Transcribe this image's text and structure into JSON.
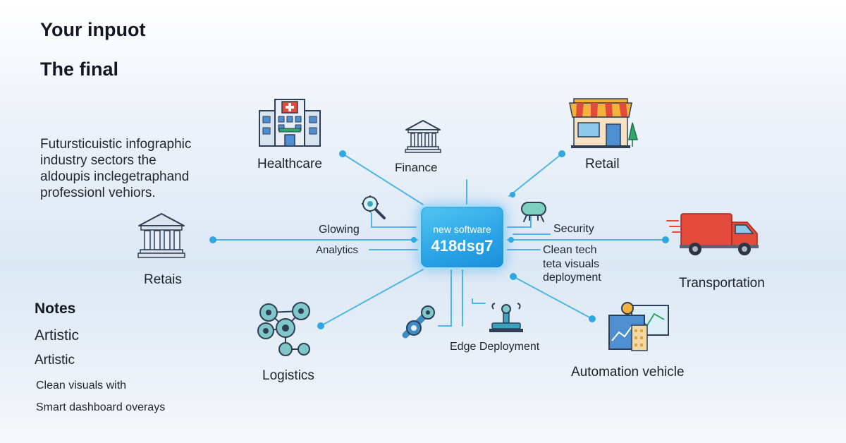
{
  "header": {
    "line1": "Your inpuot",
    "line2": "The final"
  },
  "description": {
    "lines": [
      "Futursticuistic infographic",
      "industry sectors the",
      "aldoupis inclegetraphand",
      "professionl vehiors."
    ]
  },
  "notes": {
    "title": "Notes",
    "items": [
      "Artistic",
      "Artistic",
      "Clean visuals with",
      "Smart dashboard overays"
    ]
  },
  "hub": {
    "line1": "new software",
    "line2": "418dsg7"
  },
  "sectors": {
    "healthcare": "Healthcare",
    "finance": "Finance",
    "retail": "Retail",
    "retais": "Retais",
    "transportation": "Transportation",
    "logistics": "Logistics",
    "edge": "Edge Deployment",
    "automation": "Automation vehicle"
  },
  "connectors": {
    "glowing": "Glowing",
    "analytics": "Analytics",
    "security": "Security",
    "clean_tech": [
      "Clean tech",
      "teta visuals",
      "deployment"
    ]
  },
  "colors": {
    "accent": "#2ea8e3",
    "hub": "#2aa3e6",
    "line": "#4db6e6"
  },
  "icons": {
    "healthcare": "hospital-building-icon",
    "finance": "bank-icon",
    "retail": "storefront-icon",
    "retais": "bank-columns-icon",
    "transportation": "delivery-truck-icon",
    "logistics": "gear-network-icon",
    "edge": "wrench-gear-icon",
    "edge_device": "edge-device-icon",
    "automation": "dashboard-monitor-icon",
    "glowing": "gear-magnifier-icon",
    "security": "security-device-icon"
  }
}
